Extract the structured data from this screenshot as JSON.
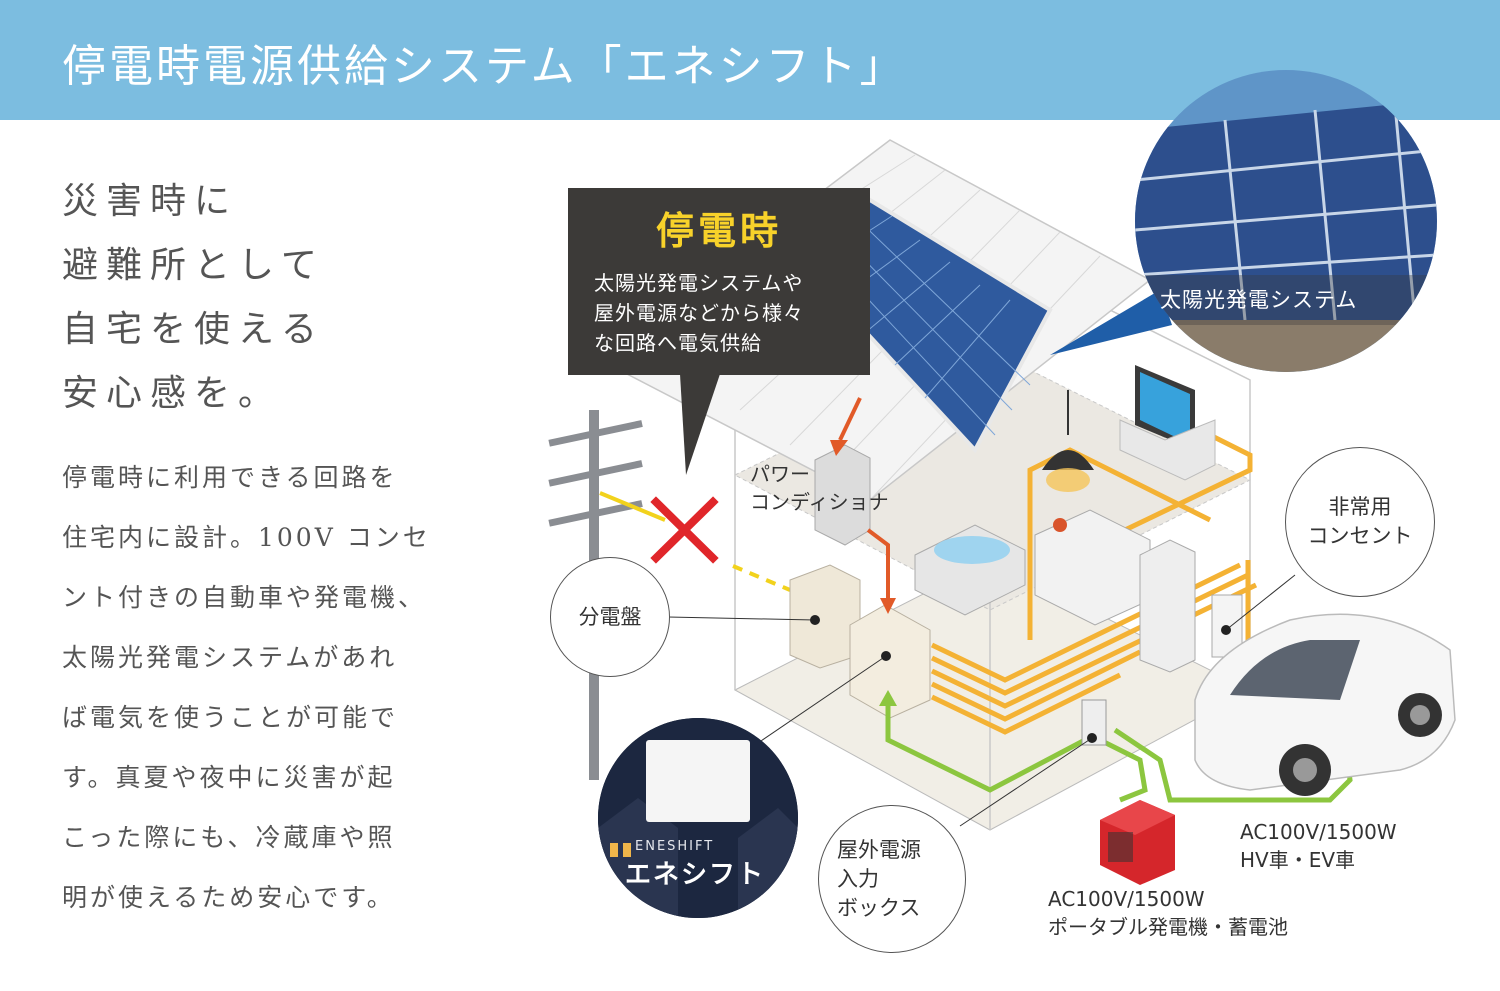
{
  "header": {
    "title": "停電時電源供給システム「エネシフト」",
    "band_color": "#7cbde0"
  },
  "catch_copy": {
    "lines": [
      "災害時に",
      "避難所として",
      "自宅を使える",
      "安心感を。"
    ]
  },
  "body": {
    "lines": [
      "停電時に利用できる回路を",
      "住宅内に設計。100V コンセ",
      "ント付きの自動車や発電機、",
      "太陽光発電システムがあれ",
      "ば電気を使うことが可能で",
      "す。真夏や夜中に災害が起",
      "こった際にも、冷蔵庫や照",
      "明が使えるため安心です。"
    ]
  },
  "callout": {
    "title": "停電時",
    "lines": [
      "太陽光発電システムや",
      "屋外電源などから様々",
      "な回路へ電気供給"
    ],
    "title_color": "#f8d22a"
  },
  "labels": {
    "power_conditioner": [
      "パワー",
      "コンディショナ"
    ],
    "solar_system": "太陽光発電システム",
    "emergency_outlet": [
      "非常用",
      "コンセント"
    ],
    "distribution_board": "分電盤",
    "outdoor_input": [
      "屋外電源",
      "入力",
      "ボックス"
    ],
    "vehicle": [
      "AC100V/1500W",
      "HV車・EV車"
    ],
    "generator": [
      "AC100V/1500W",
      "ポータブル発電機・蓄電池"
    ]
  },
  "product": {
    "brand": "ENESHIFT",
    "name": "エネシフト"
  },
  "colors": {
    "circuit_orange": "#f4b234",
    "input_green": "#8cc63f",
    "arrow_red": "#e15a28",
    "cross_red": "#e0262a"
  }
}
